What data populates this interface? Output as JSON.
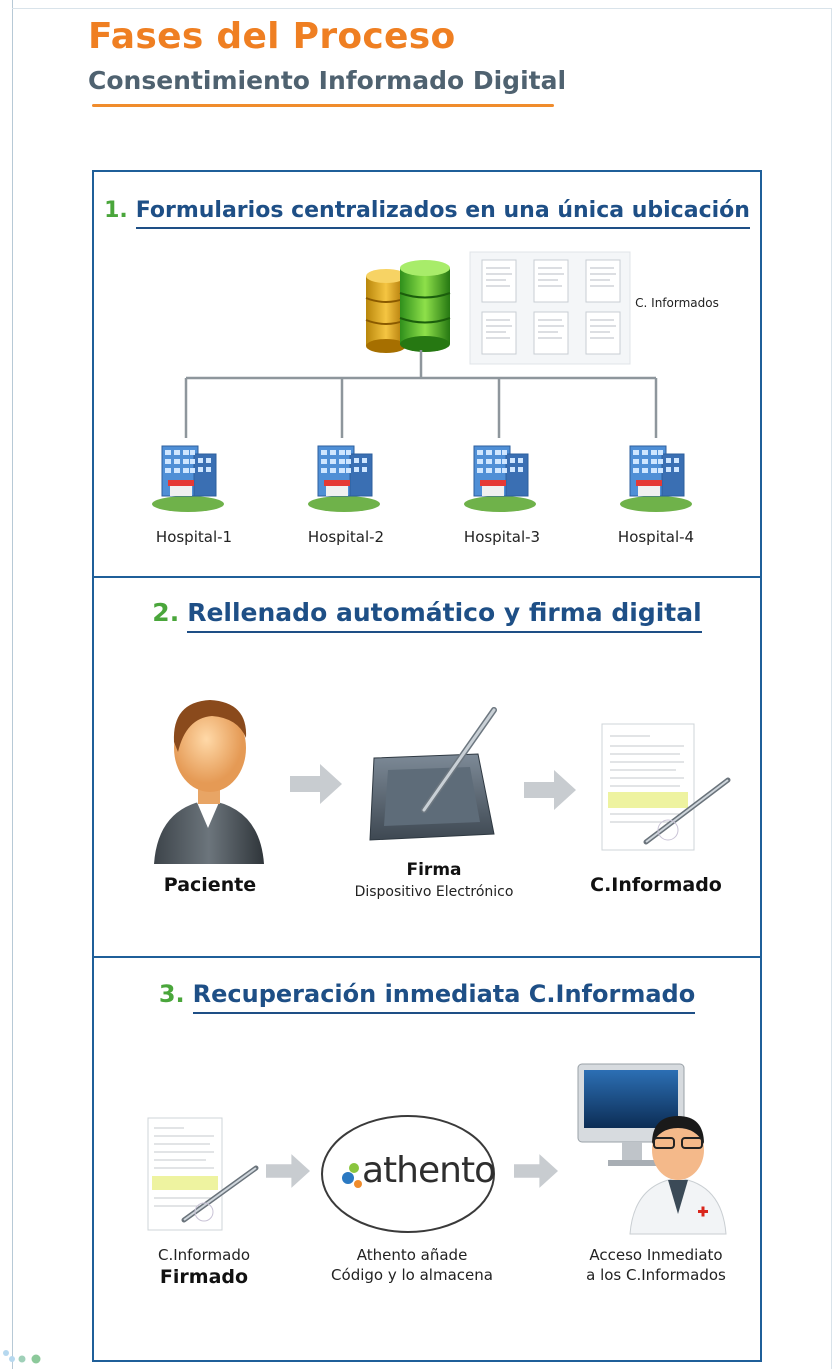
{
  "header": {
    "title": "Fases del Proceso",
    "subtitle": "Consentimiento Informado Digital"
  },
  "section1": {
    "number": "1.",
    "heading": "Formularios centralizados en una única ubicación",
    "docs_label": "C. Informados",
    "hospitals": [
      "Hospital-1",
      "Hospital-2",
      "Hospital-3",
      "Hospital-4"
    ]
  },
  "section2": {
    "number": "2.",
    "heading": "Rellenado automático y firma digital",
    "patient_label": "Paciente",
    "firma_label": "Firma",
    "firma_sub": "Dispositivo Electrónico",
    "ci_label": "C.Informado"
  },
  "section3": {
    "number": "3.",
    "heading": "Recuperación inmediata C.Informado",
    "doc_line1": "C.Informado",
    "doc_line2": "Firmado",
    "athento_logo": "athento",
    "athento_line1": "Athento añade",
    "athento_line2": "Código y lo almacena",
    "access_line1": "Acceso Inmediato",
    "access_line2": "a los C.Informados"
  },
  "colors": {
    "title_orange": "#ef7f22",
    "panel_blue": "#1f5f99",
    "number_green": "#4aa63b",
    "heading_blue": "#1e4f86"
  }
}
